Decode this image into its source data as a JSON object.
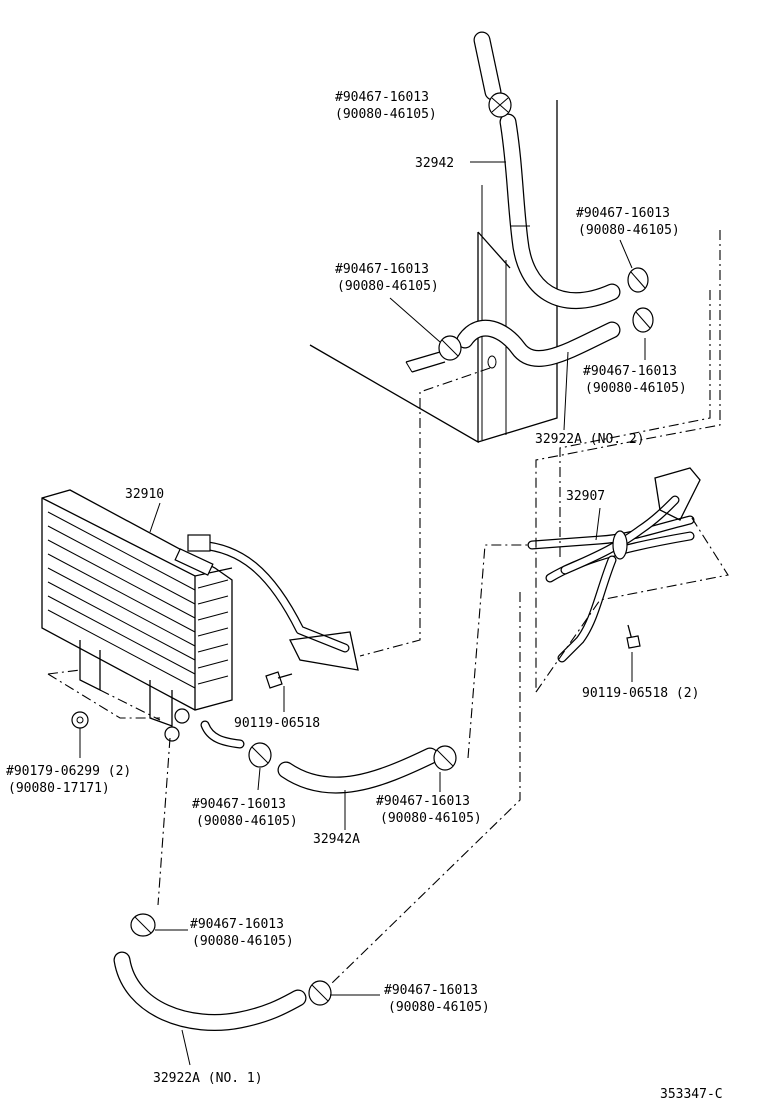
{
  "diagram": {
    "drawing_number": "353347-C",
    "parts": {
      "cooler": "32910",
      "tube_assembly": "32907",
      "hose_top": "32942",
      "hose_middle": "32942A",
      "hose_no2": "32922A (NO. 2)",
      "hose_no1": "32922A (NO. 1)"
    },
    "callouts": [
      {
        "id": "clip-top",
        "line1": "#90467-16013",
        "line2": "(90080-46105)"
      },
      {
        "id": "clip-upper-right",
        "line1": "#90467-16013",
        "line2": "(90080-46105)"
      },
      {
        "id": "clip-upper-left",
        "line1": "#90467-16013",
        "line2": "(90080-46105)"
      },
      {
        "id": "clip-right-mid",
        "line1": "#90467-16013",
        "line2": "(90080-46105)"
      },
      {
        "id": "bolt-cooler",
        "line1": "90119-06518",
        "line2": ""
      },
      {
        "id": "bolt-tube",
        "line1": "90119-06518 (2)",
        "line2": ""
      },
      {
        "id": "nut-cooler",
        "line1": "#90179-06299 (2)",
        "line2": "(90080-17171)"
      },
      {
        "id": "clip-mid-left",
        "line1": "#90467-16013",
        "line2": "(90080-46105)"
      },
      {
        "id": "clip-mid-right",
        "line1": "#90467-16013",
        "line2": "(90080-46105)"
      },
      {
        "id": "clip-lower-left",
        "line1": "#90467-16013",
        "line2": "(90080-46105)"
      },
      {
        "id": "clip-lower-right",
        "line1": "#90467-16013",
        "line2": "(90080-46105)"
      }
    ]
  }
}
